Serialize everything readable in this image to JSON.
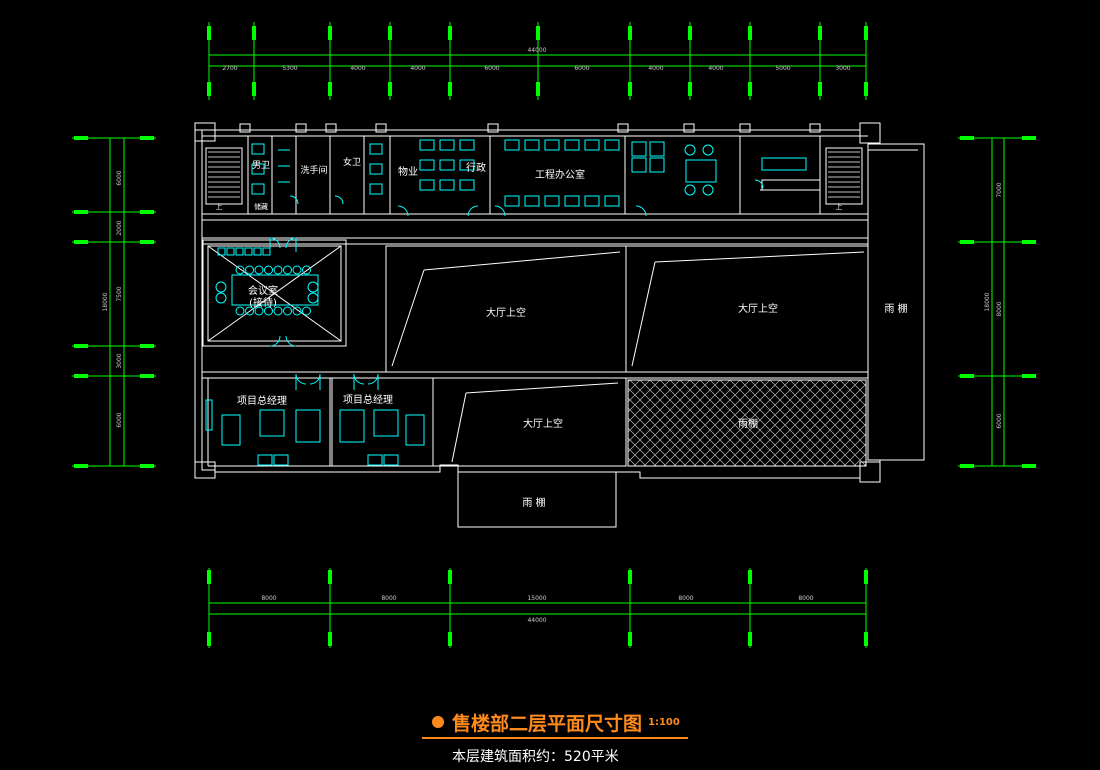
{
  "drawing": {
    "top_total": "44000",
    "top_segments": [
      "2700",
      "5300",
      "4000",
      "4000",
      "6000",
      "6000",
      "4000",
      "4000",
      "5000",
      "3000"
    ],
    "bottom_total": "44000",
    "bottom_segments": [
      "8000",
      "8000",
      "15000",
      "8000",
      "8000"
    ],
    "left_total": "18000",
    "left_segments": [
      "6000",
      "2000",
      "7500",
      "3000",
      "6000"
    ],
    "right_total": "18000",
    "right_segments": [
      "7000",
      "8000",
      "6000"
    ],
    "rooms": {
      "male_wc": "男卫",
      "wash": "洗手间",
      "female_wc": "女卫",
      "property": "物业",
      "admin": "行政",
      "eng_office": "工程办公室",
      "meeting_1": "会议室",
      "meeting_2": "(接待)",
      "gm_1": "项目总经理",
      "gm_2": "项目总经理",
      "void_1": "大厅上空",
      "void_2": "大厅上空",
      "void_3": "大厅上空",
      "canopy_right": "雨 棚",
      "canopy_bottom": "雨 棚",
      "canopy_hatch": "雨棚",
      "storage": "储藏"
    },
    "stair_up": "上",
    "colors": {
      "dim": "#00ff00",
      "wall": "#ffffff",
      "furniture": "#00ffff",
      "title": "#ff8a1c"
    }
  },
  "title": {
    "text": "售楼部二层平面尺寸图",
    "scale": "1:100"
  },
  "area_note": "本层建筑面积约：520平米"
}
